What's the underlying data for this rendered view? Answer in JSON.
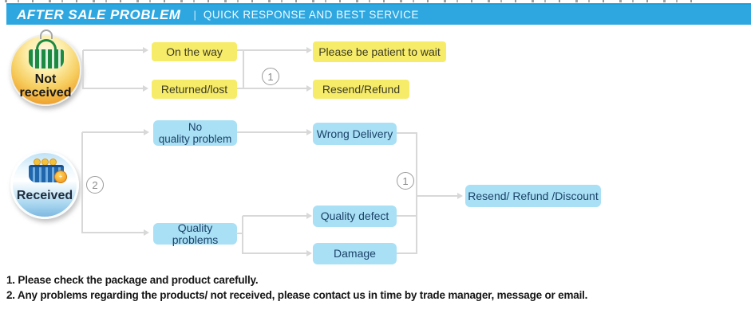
{
  "colors": {
    "banner": "#2ea7e0",
    "banner_top": "#1e9ed8",
    "yellow_box": "#f7ec69",
    "blue_box": "#a9e0f5",
    "line": "#d8d8d8",
    "yellow_text": "#3b3b24",
    "navy_text": "#1b4268",
    "green_basket": "#1c8a41",
    "blue_basket": "#1f66ad"
  },
  "banner": {
    "title": "AFTER SALE PROBLEM",
    "separator": "|",
    "subtitle": "QUICK RESPONSE AND BEST SERVICE"
  },
  "icons": {
    "not_received": "shopping-basket-icon",
    "received": "shopping-cart-icon",
    "coin": "coin-badge-icon"
  },
  "flow1": {
    "source_label": "Not\nreceived",
    "step_no": "1",
    "causes": [
      "On the way",
      "Returned/lost"
    ],
    "outcomes": [
      "Please be patient to wait",
      "Resend/Refund"
    ]
  },
  "flow2": {
    "source_label": "Received",
    "step_no": "2",
    "branch_no": "1",
    "causes": [
      "No\nquality problem",
      "Quality problems"
    ],
    "middle": [
      "Wrong Delivery",
      "Quality defect",
      "Damage"
    ],
    "outcome": "Resend/ Refund /Discount"
  },
  "notes": [
    "1. Please check the package and product carefully.",
    "2. Any problems regarding the products/ not received, please contact us in time by trade manager, message or email."
  ]
}
